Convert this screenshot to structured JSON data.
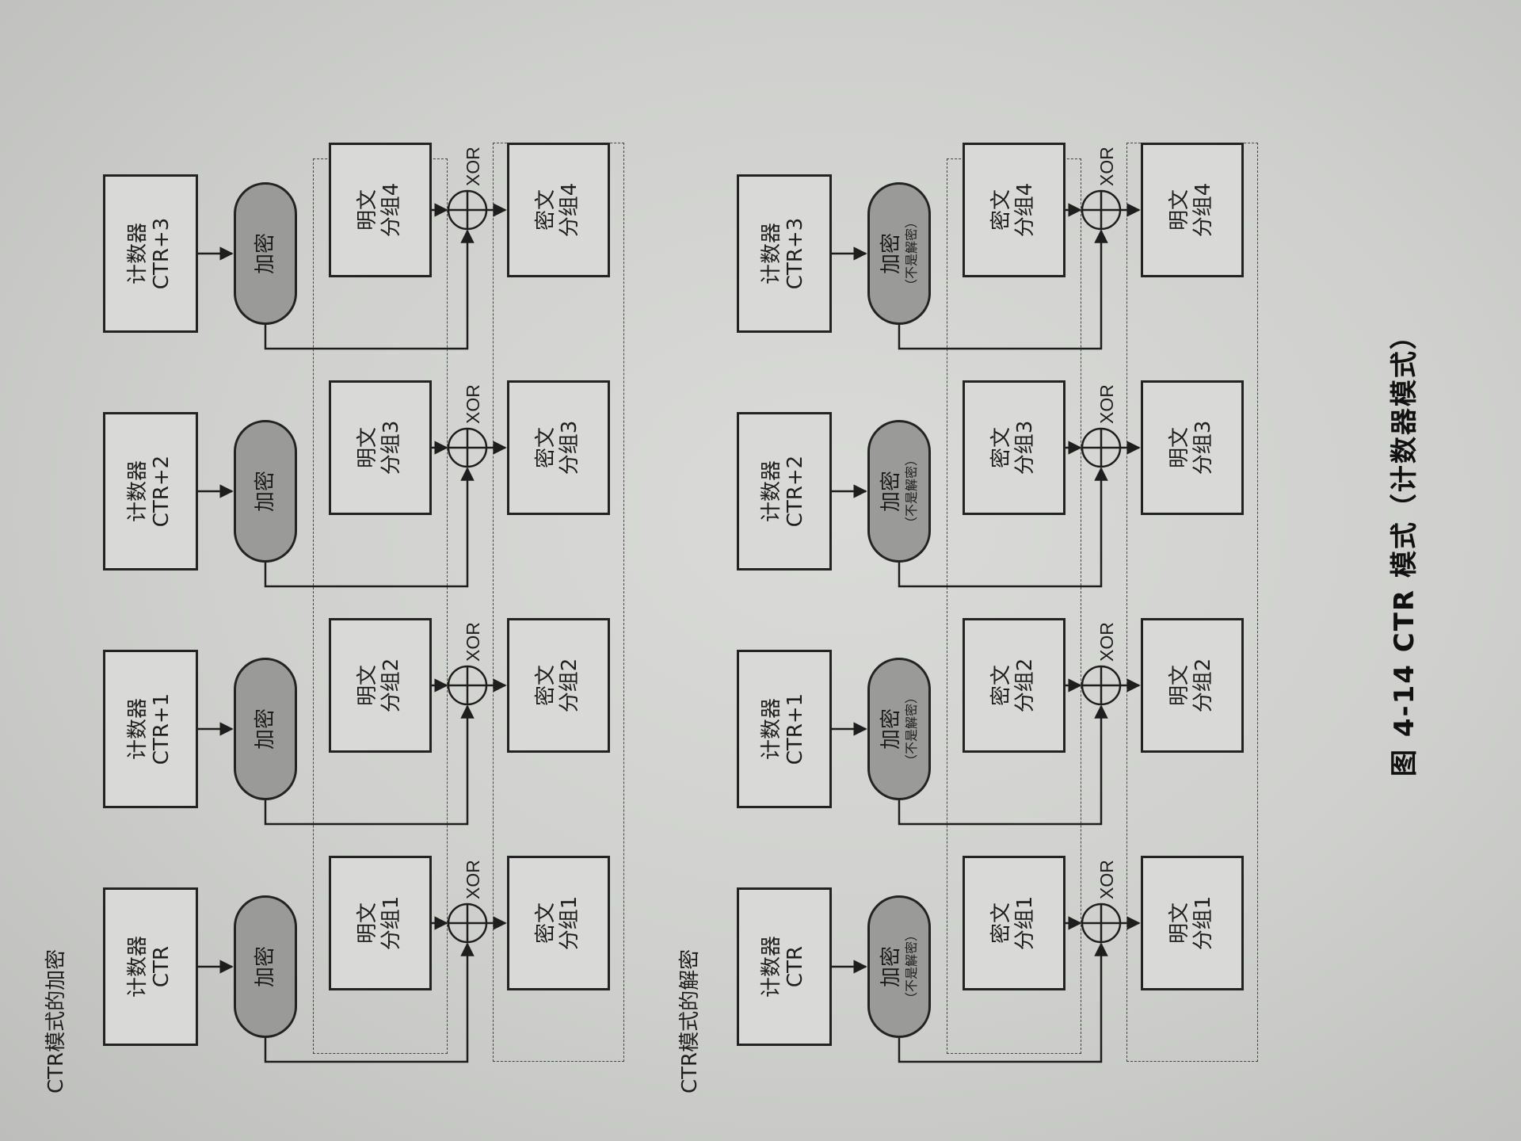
{
  "caption": "图 4-14   CTR 模式（计数器模式）",
  "encryption": {
    "heading": "CTR模式的加密",
    "counters": [
      {
        "line1": "计数器",
        "line2": "CTR"
      },
      {
        "line1": "计数器",
        "line2": "CTR+1"
      },
      {
        "line1": "计数器",
        "line2": "CTR+2"
      },
      {
        "line1": "计数器",
        "line2": "CTR+3"
      }
    ],
    "cipher_op": {
      "label": "加密",
      "sub": ""
    },
    "xor_label": "XOR",
    "plaintext_blocks": [
      {
        "line1": "明文",
        "line2": "分组1"
      },
      {
        "line1": "明文",
        "line2": "分组2"
      },
      {
        "line1": "明文",
        "line2": "分组3"
      },
      {
        "line1": "明文",
        "line2": "分组4"
      }
    ],
    "ciphertext_blocks": [
      {
        "line1": "密文",
        "line2": "分组1"
      },
      {
        "line1": "密文",
        "line2": "分组2"
      },
      {
        "line1": "密文",
        "line2": "分组3"
      },
      {
        "line1": "密文",
        "line2": "分组4"
      }
    ]
  },
  "decryption": {
    "heading": "CTR模式的解密",
    "counters": [
      {
        "line1": "计数器",
        "line2": "CTR"
      },
      {
        "line1": "计数器",
        "line2": "CTR+1"
      },
      {
        "line1": "计数器",
        "line2": "CTR+2"
      },
      {
        "line1": "计数器",
        "line2": "CTR+3"
      }
    ],
    "cipher_op": {
      "label": "加密",
      "sub": "（不是解密）"
    },
    "xor_label": "XOR",
    "ciphertext_blocks": [
      {
        "line1": "密文",
        "line2": "分组1"
      },
      {
        "line1": "密文",
        "line2": "分组2"
      },
      {
        "line1": "密文",
        "line2": "分组3"
      },
      {
        "line1": "密文",
        "line2": "分组4"
      }
    ],
    "plaintext_blocks": [
      {
        "line1": "明文",
        "line2": "分组1"
      },
      {
        "line1": "明文",
        "line2": "分组2"
      },
      {
        "line1": "明文",
        "line2": "分组3"
      },
      {
        "line1": "明文",
        "line2": "分组4"
      }
    ]
  }
}
